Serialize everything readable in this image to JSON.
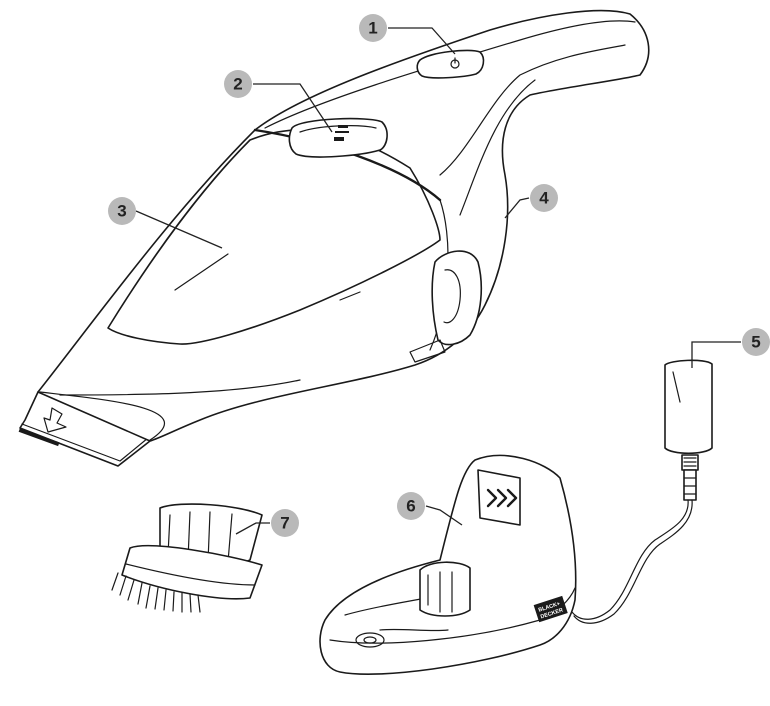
{
  "callouts": [
    {
      "num": "1",
      "part": "power-button"
    },
    {
      "num": "2",
      "part": "filter-release-button"
    },
    {
      "num": "3",
      "part": "dust-bowl"
    },
    {
      "num": "4",
      "part": "handle-body"
    },
    {
      "num": "5",
      "part": "charger-adapter"
    },
    {
      "num": "6",
      "part": "charging-base"
    },
    {
      "num": "7",
      "part": "brush-accessory"
    }
  ],
  "base_logo": {
    "line1": "BLACK+",
    "line2": "DECKER"
  }
}
